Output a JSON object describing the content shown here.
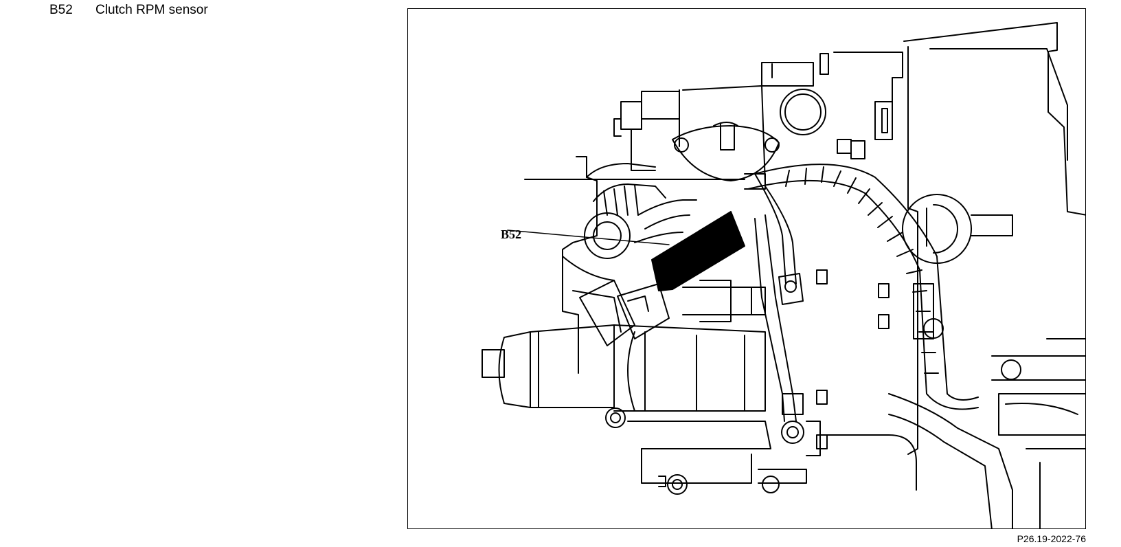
{
  "legend": [
    {
      "code": "B52",
      "description": "Clutch RPM sensor"
    }
  ],
  "figure": {
    "callout": "B52",
    "reference": "P26.19-2022-76",
    "colors": {
      "line": "#000000",
      "background": "#ffffff",
      "sensor_fill": "#000000"
    }
  }
}
